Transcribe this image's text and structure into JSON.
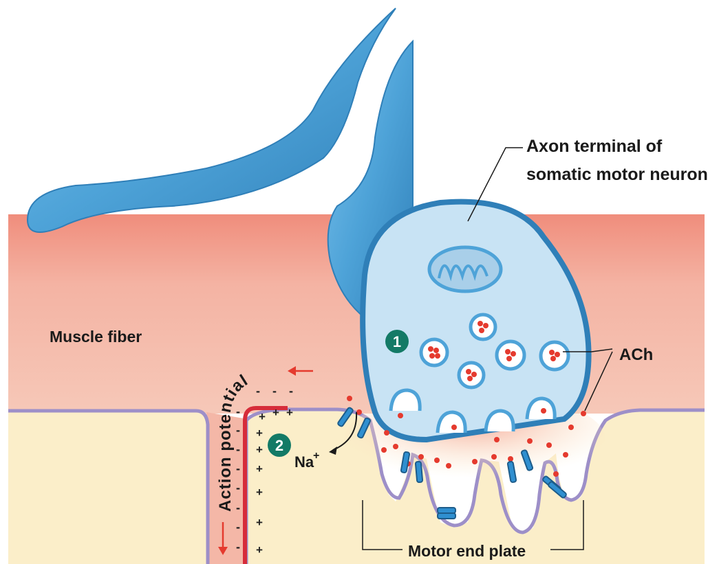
{
  "labels": {
    "axon_terminal_line1": "Axon terminal of",
    "axon_terminal_line2": "somatic motor neuron",
    "muscle_fiber": "Muscle fiber",
    "ach": "ACh",
    "action_potential": "Action potential",
    "na_ion": "Na",
    "na_charge": "+",
    "motor_end_plate": "Motor end plate"
  },
  "steps": [
    "1",
    "2"
  ],
  "colors": {
    "neuron_blue": "#4ea3d8",
    "terminal_fill": "#c8e3f4",
    "muscle_pink": "#f2b7a6",
    "cytoplasm": "#fbeec9",
    "membrane": "#9d8fc8",
    "ach_red": "#e53a2e",
    "badge_green": "#137a66",
    "action_potential_red": "#d62c3a"
  }
}
